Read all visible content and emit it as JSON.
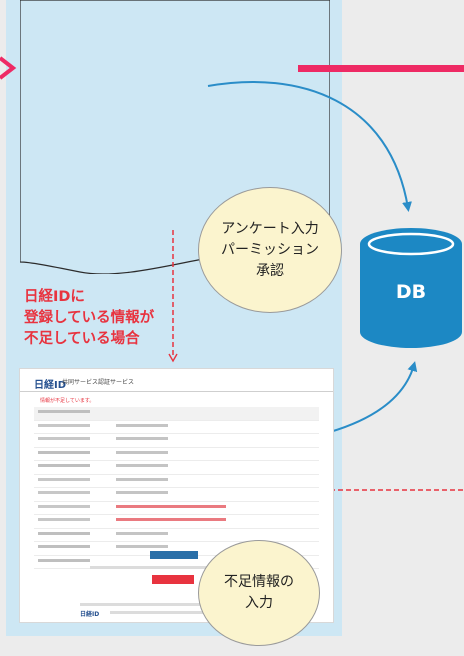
{
  "bubble_top": [
    "アンケート入力",
    "パーミッション",
    "承認"
  ],
  "red_label": [
    "日経IDに",
    "登録している情報が",
    "不足している場合"
  ],
  "bubble_bottom": [
    "不足情報の",
    "入力"
  ],
  "db_label": "DB",
  "form": {
    "logo": "日経ID",
    "service": "共同サービス認証サービス",
    "warning": "情報が不足しています。"
  },
  "colors": {
    "panel": "#cde7f4",
    "accent_red": "#e8333f",
    "magenta_bar": "#ee2a64",
    "db_blue": "#1c88c4",
    "arrow_blue": "#2a8dc8",
    "bubble_fill": "#fbf4ce"
  }
}
